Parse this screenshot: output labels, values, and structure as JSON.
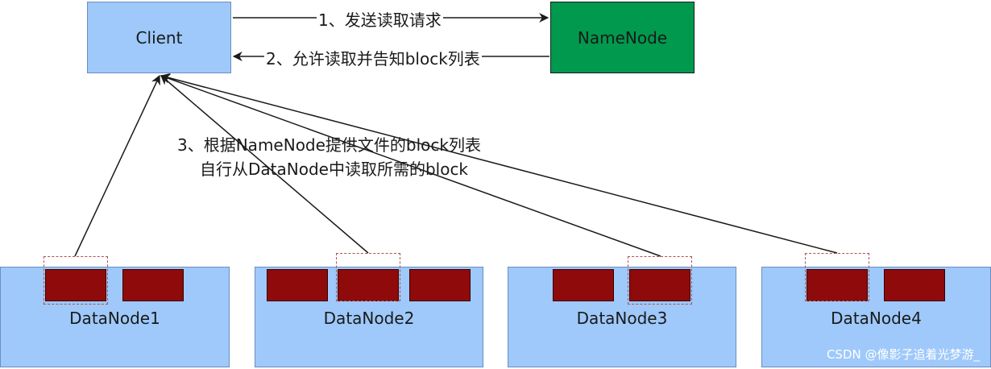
{
  "client": {
    "label": "Client"
  },
  "namenode": {
    "label": "NameNode"
  },
  "edges": {
    "request": "1、发送读取请求",
    "reply": "2、允许读取并告知block列表",
    "read_line1": "3、根据NameNode提供文件的block列表",
    "read_line2": "自行从DataNode中读取所需的block"
  },
  "datanodes": [
    {
      "label": "DataNode1",
      "blocks": 2,
      "selected_block": 1
    },
    {
      "label": "DataNode2",
      "blocks": 3,
      "selected_block": 2
    },
    {
      "label": "DataNode3",
      "blocks": 2,
      "selected_block": 2
    },
    {
      "label": "DataNode4",
      "blocks": 2,
      "selected_block": 1
    }
  ],
  "watermark": "CSDN @像影子追着光梦游_",
  "colors": {
    "client_fill": "#9ec9fa",
    "namenode_fill": "#00994d",
    "datanode_fill": "#9ec9fa",
    "block_fill": "#8f0a0a",
    "selection_border": "#b05050"
  }
}
